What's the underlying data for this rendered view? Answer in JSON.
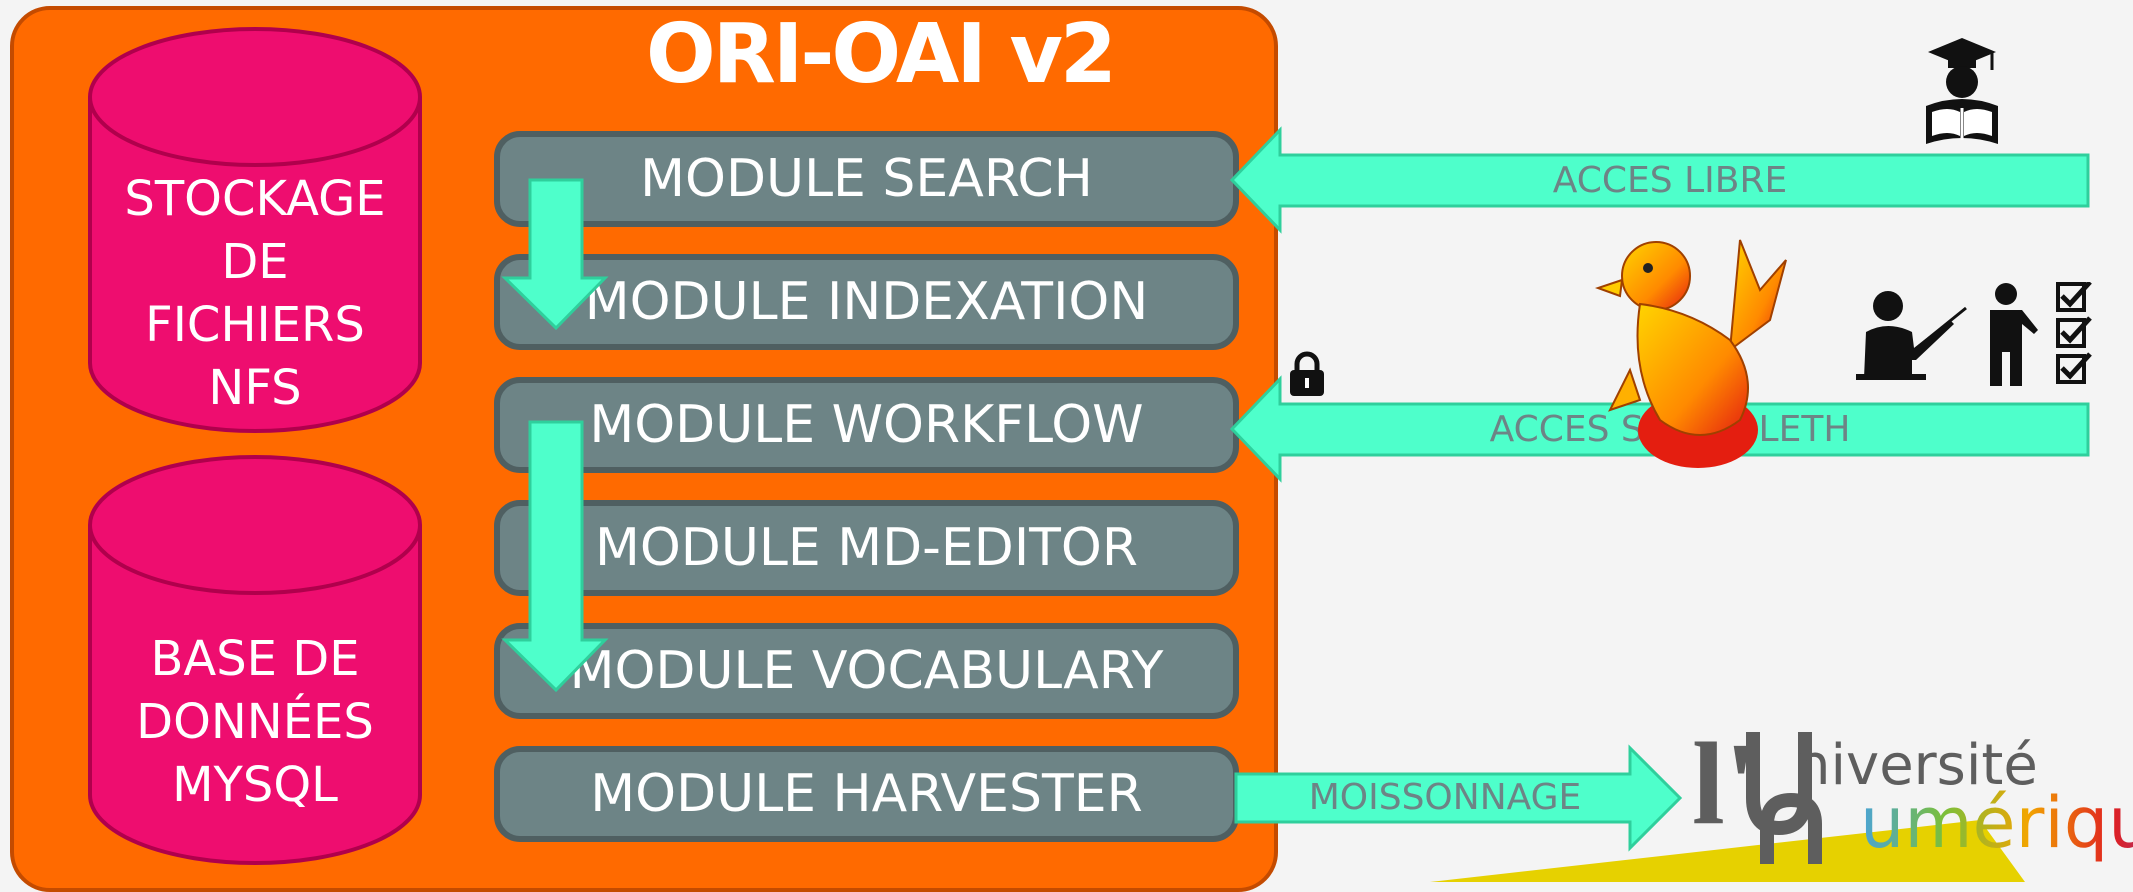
{
  "title": "ORI-OAI v2",
  "storage": {
    "files_lines": [
      "STOCKAGE",
      "DE",
      "FICHIERS",
      "NFS"
    ],
    "db_lines": [
      "BASE DE",
      "DONNÉES",
      "MYSQL"
    ]
  },
  "modules": [
    "MODULE SEARCH",
    "MODULE INDEXATION",
    "MODULE WORKFLOW",
    "MODULE MD-EDITOR",
    "MODULE VOCABULARY",
    "MODULE HARVESTER"
  ],
  "access": {
    "libre": "ACCES LIBRE",
    "shibboleth": "ACCES SHIBBOLETH",
    "harvest": "MOISSONNAGE"
  },
  "logo": {
    "l": "l'",
    "niversite": "niversité",
    "umerique": "umérique"
  },
  "colors": {
    "panel": "#ff6a00",
    "cylinder": "#ee0d6f",
    "module": "#6d8486",
    "arrow": "#4effcb",
    "logo_band": "#e6d100"
  },
  "icons": [
    "graduate-reader-icon",
    "lock-icon",
    "shibboleth-griffin-icon",
    "teacher-icon",
    "staff-checklist-icon"
  ]
}
